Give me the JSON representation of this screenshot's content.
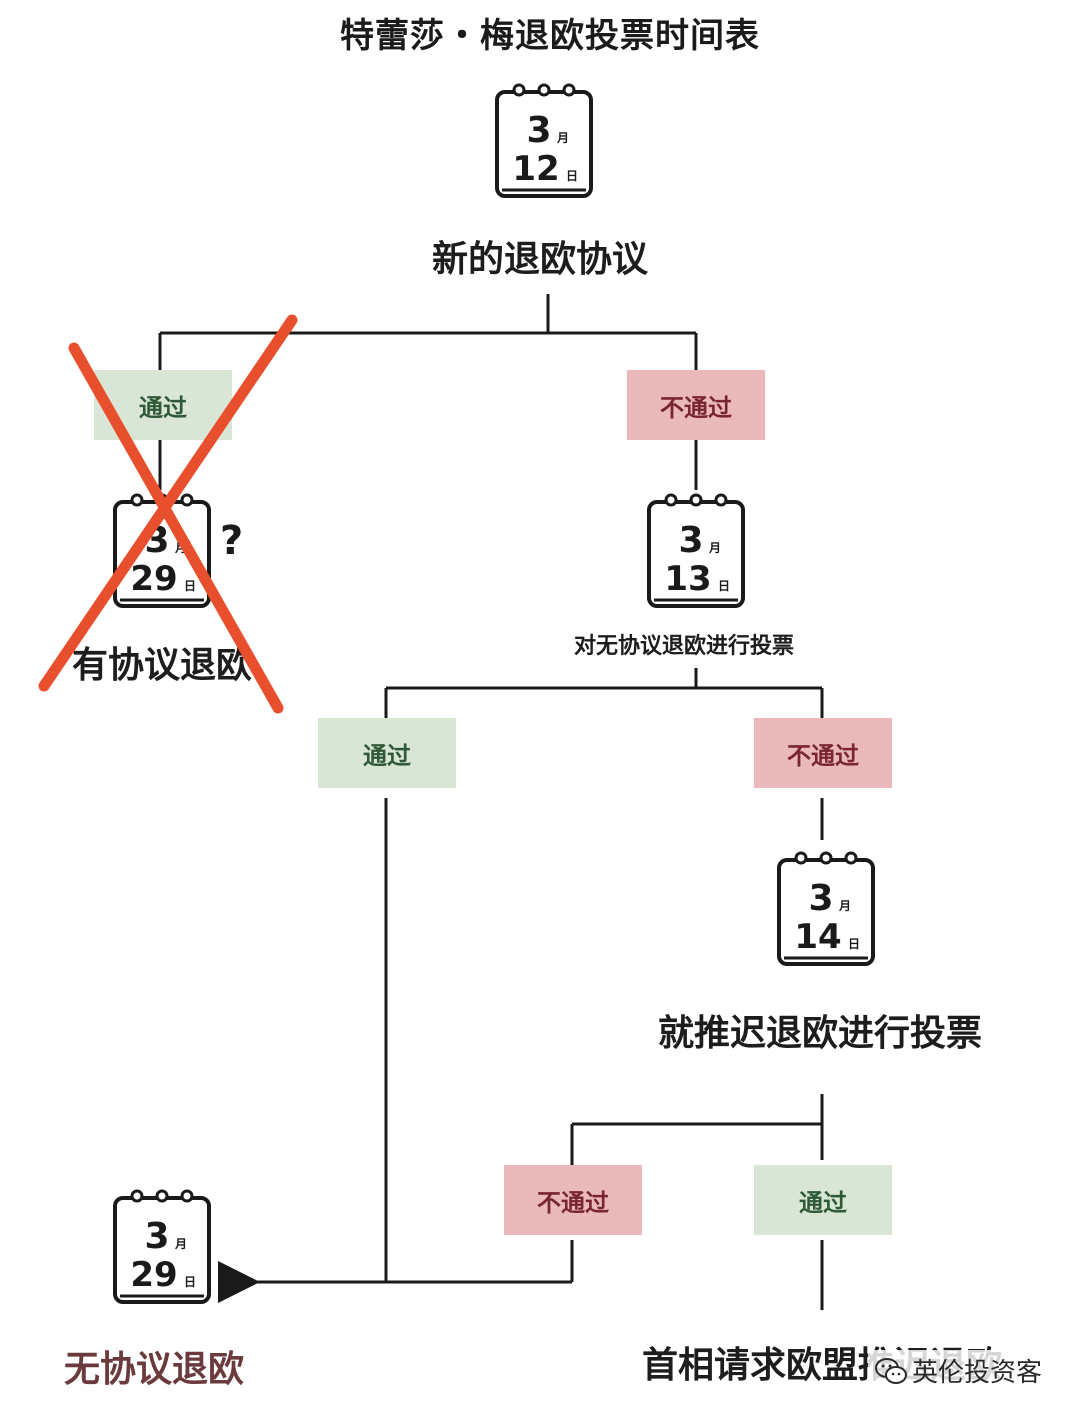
{
  "title": "特蕾莎・梅退欧投票时间表",
  "month_unit": "月",
  "day_unit": "日",
  "dates": {
    "start": {
      "month": "3",
      "day": "12"
    },
    "deal_exit": {
      "month": "3",
      "day": "29"
    },
    "vote_no_deal": {
      "month": "3",
      "day": "13"
    },
    "vote_delay": {
      "month": "3",
      "day": "14"
    },
    "no_deal_exit": {
      "month": "3",
      "day": "29"
    }
  },
  "labels": {
    "new_deal": "新的退欧协议",
    "deal_exit": "有协议退欧",
    "vote_no_deal": "对无协议退欧进行投票",
    "vote_delay": "就推迟退欧进行投票",
    "no_deal_exit": "无协议退欧",
    "pm_request": "首相请求欧盟推迟退欧"
  },
  "decision": {
    "pass": "通过",
    "fail": "不通过"
  },
  "question_mark": "?",
  "watermark": "英伦投资客",
  "colors": {
    "pass_bg": "#d9e6d6",
    "fail_bg": "#eab9bb",
    "cross": "#e8502d",
    "line": "#1a1a1a"
  }
}
